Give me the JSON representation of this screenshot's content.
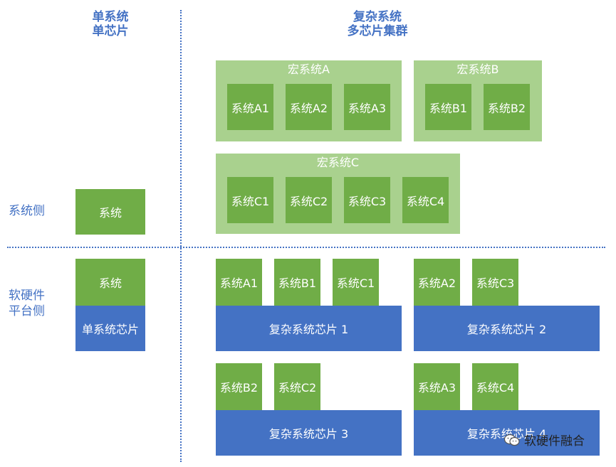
{
  "headers": {
    "single": [
      "单系统",
      "单芯片"
    ],
    "complex": [
      "复杂系统",
      "多芯片集群"
    ]
  },
  "side_labels": {
    "system_side": "系统侧",
    "platform_side": [
      "软硬件",
      "平台侧"
    ]
  },
  "single_column": {
    "system_upper": "系统",
    "system_lower": "系统",
    "chip": "单系统芯片"
  },
  "macro_systems": [
    {
      "title": "宏系统A",
      "systems": [
        "系统A1",
        "系统A2",
        "系统A3"
      ]
    },
    {
      "title": "宏系统B",
      "systems": [
        "系统B1",
        "系统B2"
      ]
    },
    {
      "title": "宏系统C",
      "systems": [
        "系统C1",
        "系统C2",
        "系统C3",
        "系统C4"
      ]
    }
  ],
  "chips": [
    {
      "label": "复杂系统芯片 1",
      "systems": [
        "系统A1",
        "系统B1",
        "系统C1"
      ]
    },
    {
      "label": "复杂系统芯片 2",
      "systems": [
        "系统A2",
        "系统C3"
      ]
    },
    {
      "label": "复杂系统芯片 3",
      "systems": [
        "系统B2",
        "系统C2"
      ]
    },
    {
      "label": "复杂系统芯片 4",
      "systems": [
        "系统A3",
        "系统C4"
      ]
    }
  ],
  "watermark": "软硬件融合",
  "colors": {
    "accent_blue": "#4472c4",
    "system_green": "#70ad47",
    "macro_green": "#a9d18e",
    "text_white": "#ffffff"
  }
}
